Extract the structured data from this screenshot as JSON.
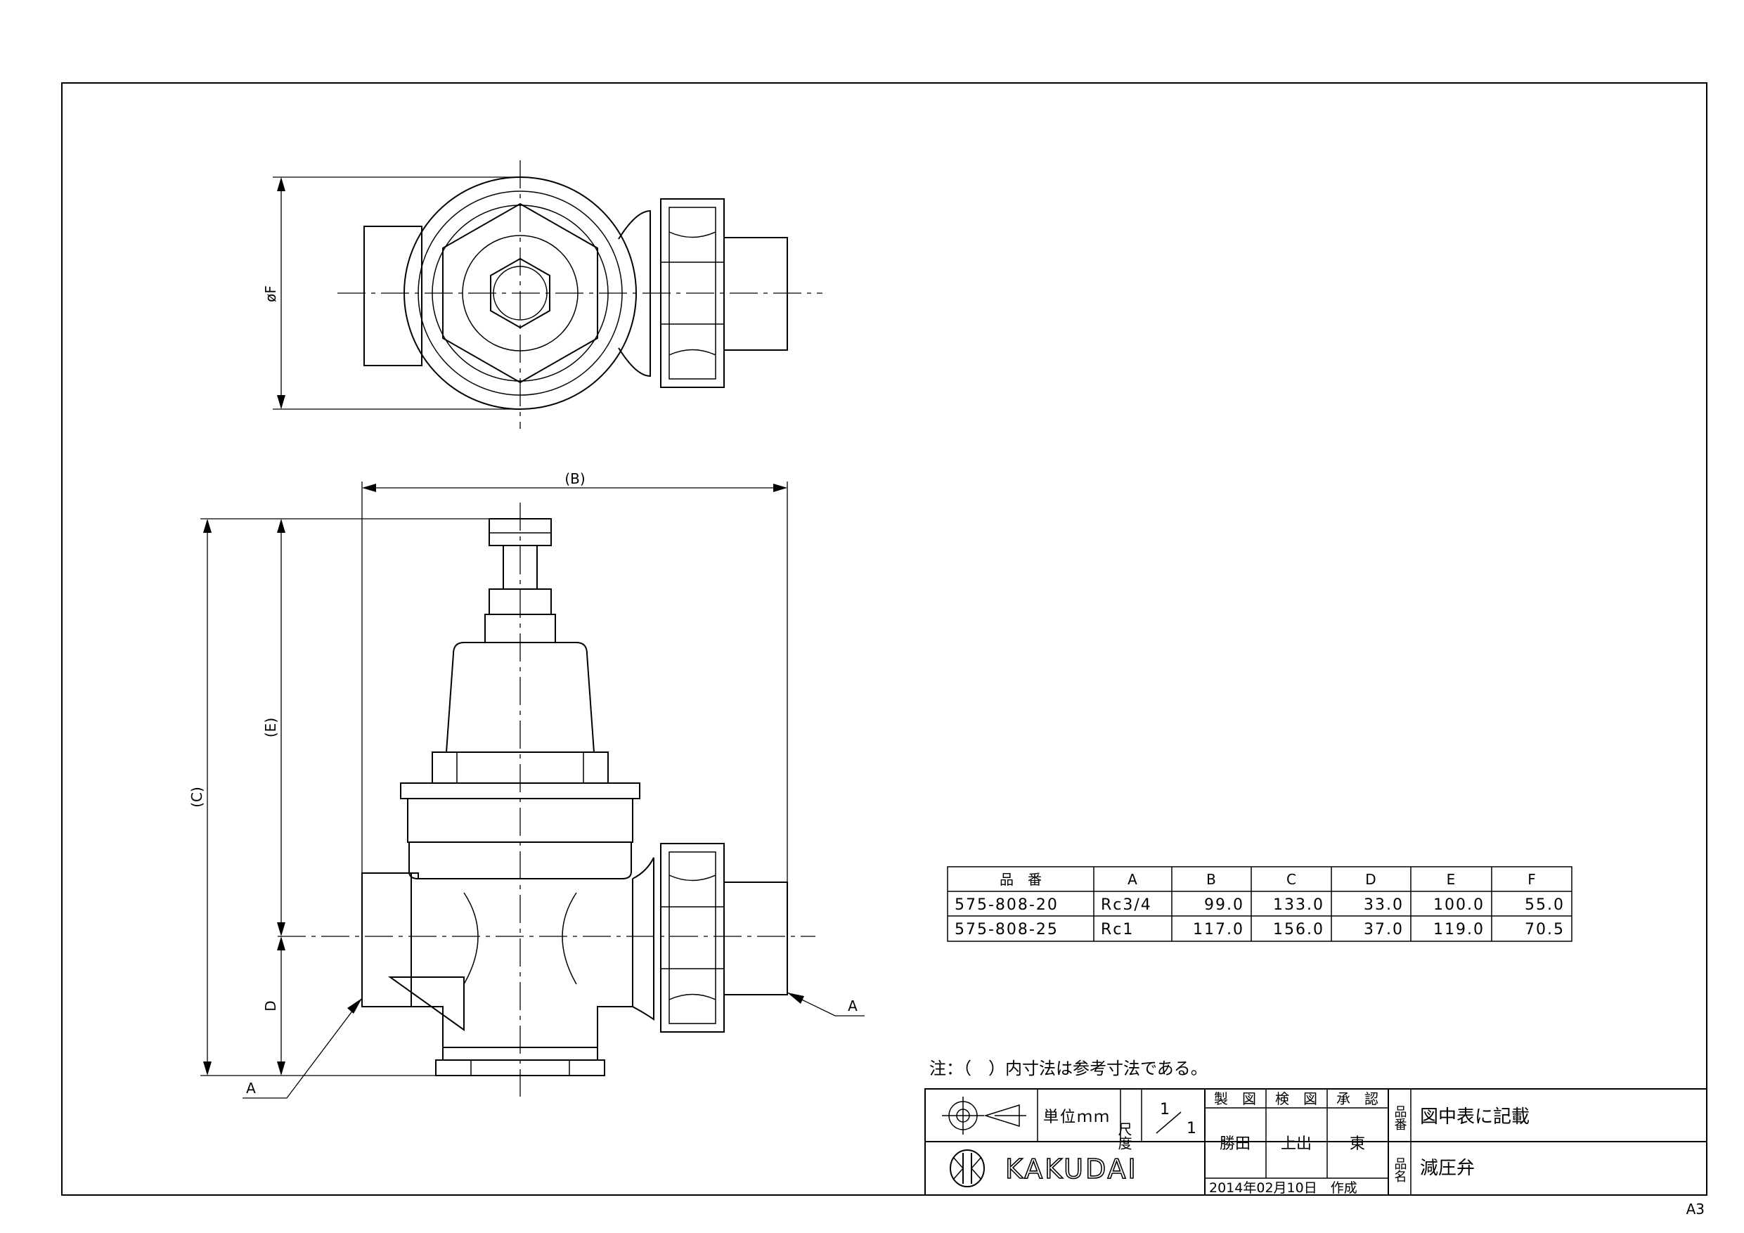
{
  "sheet": {
    "size_label": "A3"
  },
  "dimensions": {
    "top_view_F": "øF",
    "B": "(B)",
    "C": "(C)",
    "E": "(E)",
    "D": "D",
    "A_left": "A",
    "A_right": "A"
  },
  "spec_table": {
    "headers": [
      "品　番",
      "A",
      "B",
      "C",
      "D",
      "E",
      "F"
    ],
    "rows": [
      [
        "575-808-20",
        "Rc3/4",
        "99.0",
        "133.0",
        "33.0",
        "100.0",
        "55.0"
      ],
      [
        "575-808-25",
        "Rc1",
        "117.0",
        "156.0",
        "37.0",
        "119.0",
        "70.5"
      ]
    ]
  },
  "note": "注：（　）内寸法は参考寸法である。",
  "title_block": {
    "unit_label": "単位ｍｍ",
    "scale_label": "尺度",
    "scale_num": "1",
    "scale_den": "1",
    "made_label": "製　図",
    "checked_label": "検　図",
    "approved_label": "承　認",
    "made_by": "勝田",
    "checked_by": "上出",
    "approved_by": "東",
    "date_text": "2014年02月10日　作成",
    "part_no_label": "品番",
    "part_no_value": "図中表に記載",
    "part_name_label": "品名",
    "part_name_value": "減圧弁",
    "brand": "KAKUDAI"
  }
}
